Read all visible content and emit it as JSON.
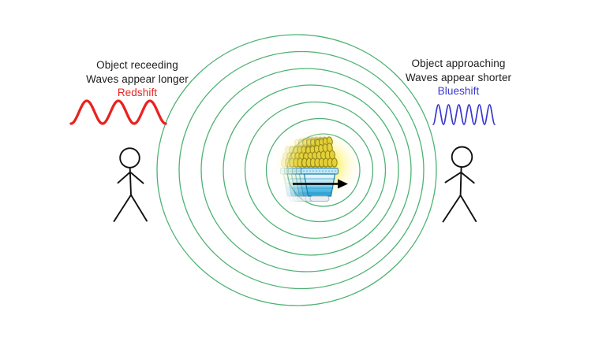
{
  "figure": {
    "type": "doppler-effect-light-diagram",
    "background": "#ffffff"
  },
  "colors": {
    "wavefront_green": "#4eb273",
    "redshift_red": "#e8231f",
    "blueshift_blue": "#3838cf",
    "text_black": "#1c1c1c",
    "figure_black": "#111111",
    "arrow_black": "#000000",
    "glow_yellow": "#ffe94d",
    "coil_yellow": "#e4d139",
    "coil_outline": "#95871a",
    "base_blue": "#29a0d4"
  },
  "left_annotation": {
    "line1": "Object receeding",
    "line2": "Waves appear longer",
    "line3": "Redshift"
  },
  "right_annotation": {
    "line1": "Object approaching",
    "line2": "Waves appear shorter",
    "line3": "Blueshift"
  },
  "wavefronts": {
    "count": 7
  },
  "waves": {
    "red_wave_periods": 3,
    "blue_wave_periods": 6
  },
  "source": {
    "object": "compact-fluorescent-light-bulb",
    "motion_direction": "right"
  }
}
